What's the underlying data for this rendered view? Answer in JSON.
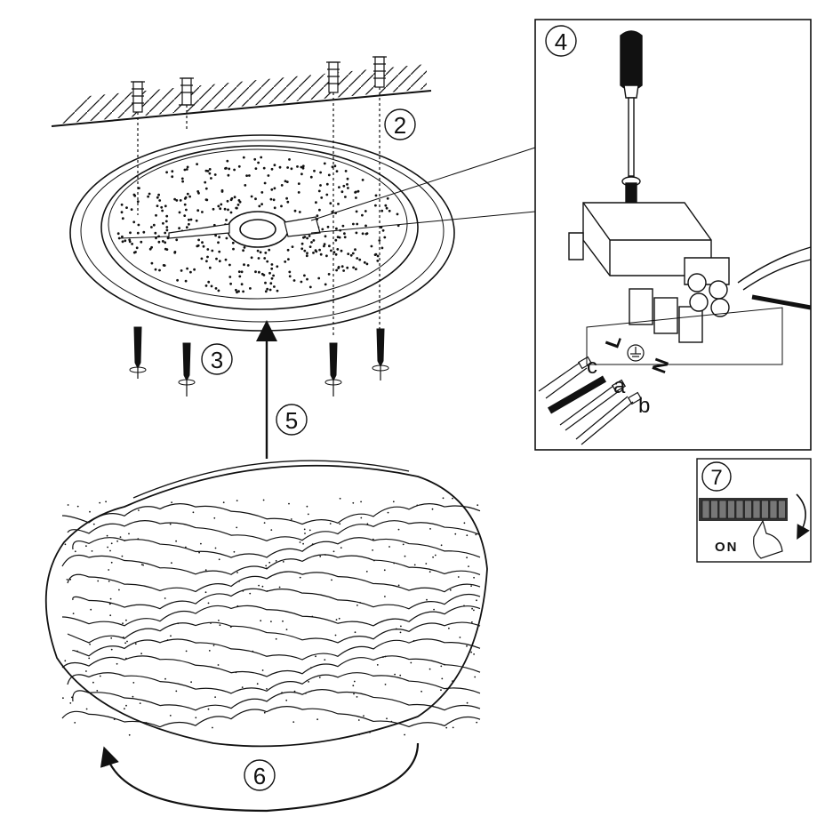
{
  "steps": {
    "step2": "2",
    "step3": "3",
    "step4": "4",
    "step5": "5",
    "step6": "6",
    "step7": "7"
  },
  "terminal_marks": {
    "live": "L",
    "neutral": "N"
  },
  "wire_labels": {
    "c": "c",
    "a": "a",
    "b": "b"
  },
  "switch_label": "ON",
  "icons": [
    "screwdriver-icon",
    "earth-ground-icon",
    "rotation-arrow-icon",
    "upward-arrow-icon",
    "hand-icon"
  ],
  "colors": {
    "line": "#111111",
    "background": "#ffffff"
  }
}
